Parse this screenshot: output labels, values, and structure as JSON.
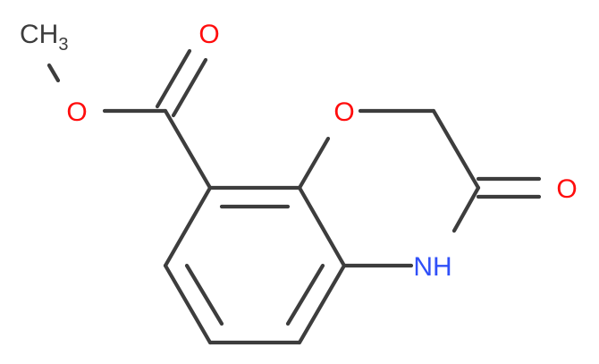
{
  "colors": {
    "bond": "#3d3d3d",
    "carbon_label": "#3d3d3d",
    "oxygen": "#ff0d0d",
    "nitrogen": "#3050f8"
  },
  "labels": {
    "methyl_c": "CH",
    "methyl_sub": "3",
    "ester_o_single": "O",
    "ester_o_double": "O",
    "ring_o": "O",
    "ketone_o": "O",
    "amide_n": "NH"
  }
}
